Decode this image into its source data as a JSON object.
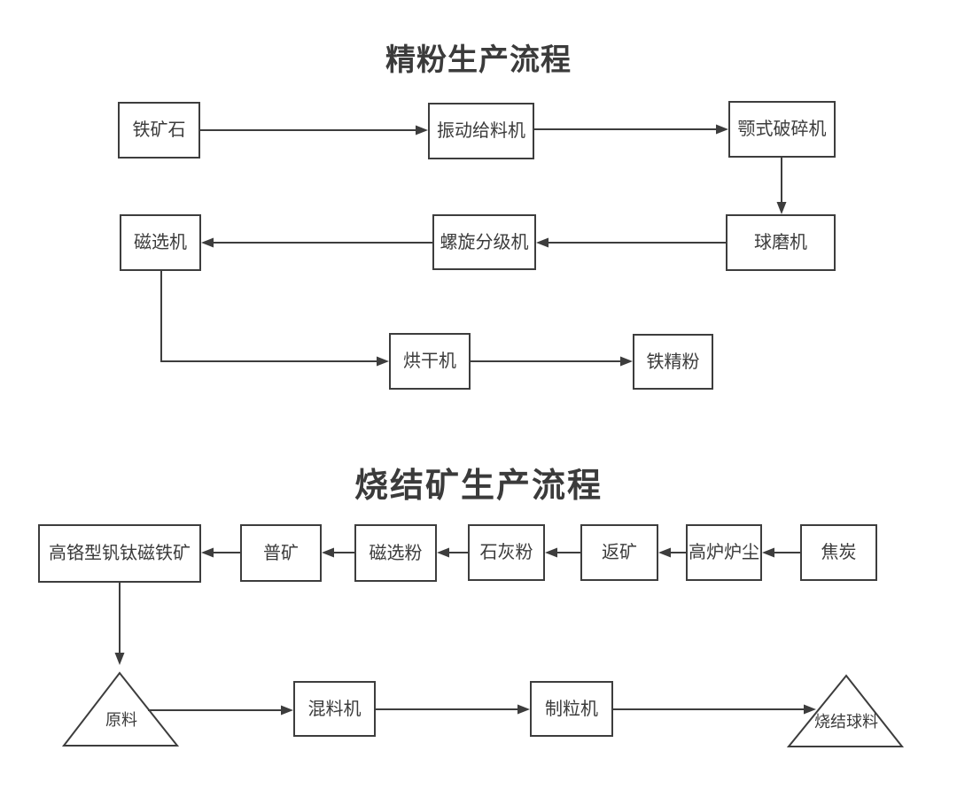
{
  "colors": {
    "line": "#3d3d3d",
    "text": "#3b3b3b",
    "node_fill": "#ffffff",
    "background": "#ffffff"
  },
  "diagrams": [
    {
      "title": "精粉生产流程",
      "nodes": [
        {
          "id": "iron-ore",
          "label": "铁矿石",
          "shape": "rect"
        },
        {
          "id": "vibrating-feeder",
          "label": "振动给料机",
          "shape": "rect"
        },
        {
          "id": "jaw-crusher",
          "label": "颚式破碎机",
          "shape": "rect"
        },
        {
          "id": "ball-mill",
          "label": "球磨机",
          "shape": "rect"
        },
        {
          "id": "spiral-classifier",
          "label": "螺旋分级机",
          "shape": "rect"
        },
        {
          "id": "magnetic-separator",
          "label": "磁选机",
          "shape": "rect"
        },
        {
          "id": "dryer",
          "label": "烘干机",
          "shape": "rect"
        },
        {
          "id": "iron-concentrate",
          "label": "铁精粉",
          "shape": "rect"
        }
      ],
      "edges": [
        {
          "from": "iron-ore",
          "to": "vibrating-feeder"
        },
        {
          "from": "vibrating-feeder",
          "to": "jaw-crusher"
        },
        {
          "from": "jaw-crusher",
          "to": "ball-mill"
        },
        {
          "from": "ball-mill",
          "to": "spiral-classifier"
        },
        {
          "from": "spiral-classifier",
          "to": "magnetic-separator"
        },
        {
          "from": "magnetic-separator",
          "to": "dryer"
        },
        {
          "from": "dryer",
          "to": "iron-concentrate"
        }
      ]
    },
    {
      "title": "烧结矿生产流程",
      "nodes": [
        {
          "id": "high-chrome-vanadium-titanium-magnetite",
          "label": "高铬型钒钛磁铁矿",
          "shape": "rect"
        },
        {
          "id": "ordinary-ore",
          "label": "普矿",
          "shape": "rect"
        },
        {
          "id": "magnetic-separation-powder",
          "label": "磁选粉",
          "shape": "rect"
        },
        {
          "id": "lime-powder",
          "label": "石灰粉",
          "shape": "rect"
        },
        {
          "id": "return-ore",
          "label": "返矿",
          "shape": "rect"
        },
        {
          "id": "blast-furnace-dust",
          "label": "高炉炉尘",
          "shape": "rect"
        },
        {
          "id": "coke",
          "label": "焦炭",
          "shape": "rect"
        },
        {
          "id": "raw-material",
          "label": "原料",
          "shape": "triangle"
        },
        {
          "id": "mixer",
          "label": "混料机",
          "shape": "rect"
        },
        {
          "id": "granulator",
          "label": "制粒机",
          "shape": "rect"
        },
        {
          "id": "sinter-pellets",
          "label": "烧结球料",
          "shape": "triangle"
        }
      ],
      "edges": [
        {
          "from": "coke",
          "to": "blast-furnace-dust"
        },
        {
          "from": "blast-furnace-dust",
          "to": "return-ore"
        },
        {
          "from": "return-ore",
          "to": "lime-powder"
        },
        {
          "from": "lime-powder",
          "to": "magnetic-separation-powder"
        },
        {
          "from": "magnetic-separation-powder",
          "to": "ordinary-ore"
        },
        {
          "from": "ordinary-ore",
          "to": "high-chrome-vanadium-titanium-magnetite"
        },
        {
          "from": "high-chrome-vanadium-titanium-magnetite",
          "to": "raw-material"
        },
        {
          "from": "raw-material",
          "to": "mixer"
        },
        {
          "from": "mixer",
          "to": "granulator"
        },
        {
          "from": "granulator",
          "to": "sinter-pellets"
        }
      ]
    }
  ]
}
